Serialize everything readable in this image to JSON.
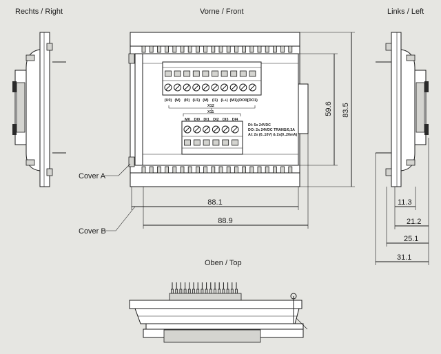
{
  "views": {
    "right": "Rechts / Right",
    "front": "Vorne / Front",
    "left": "Links / Left",
    "top": "Oben / Top"
  },
  "callouts": {
    "cover_a": "Cover A",
    "cover_b": "Cover B"
  },
  "dimensions": {
    "height_inner": "59.6",
    "height_outer": "83.5",
    "width_inner": "88.1",
    "width_outer": "88.9",
    "depth_1": "11.3",
    "depth_2": "21.2",
    "depth_3": "25.1",
    "depth_4": "31.1"
  },
  "connectors": {
    "x12": {
      "name": "X12",
      "pins": [
        "U0",
        "M",
        "I0",
        "U1",
        "M",
        "I1",
        "L+",
        "M1",
        "DO0",
        "DO1"
      ]
    },
    "x11": {
      "name": "X11",
      "pins": [
        "M0",
        "DI0",
        "DI1",
        "DI2",
        "DI3",
        "DI4"
      ]
    }
  },
  "spec_notes": [
    "DI: 5x 24VDC",
    "DO: 2x 24VDC TRANS/0,3A",
    "AI: 2x (0..10V) & 2x(0..20mA)"
  ],
  "colors": {
    "background": "#e6e6e2",
    "lines": "#1a1a1a"
  }
}
